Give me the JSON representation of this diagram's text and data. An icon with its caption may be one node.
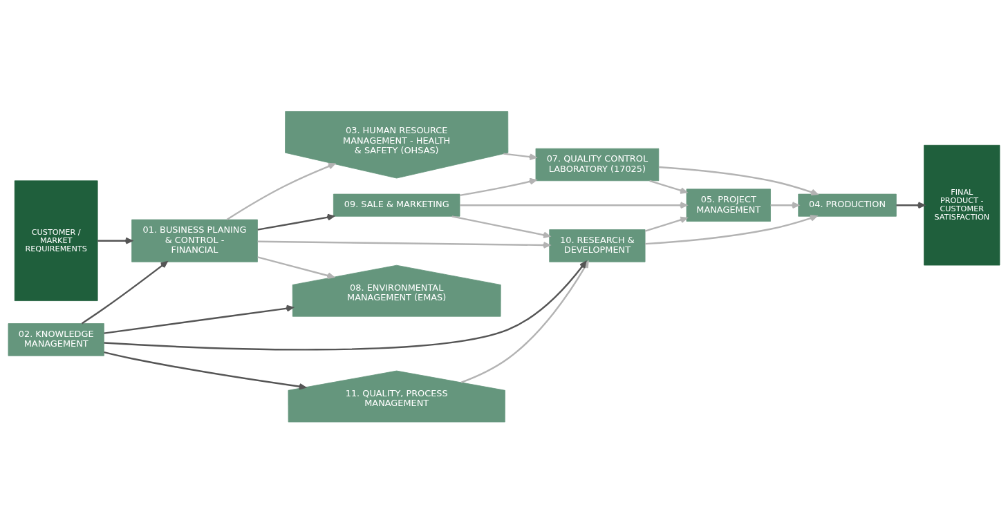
{
  "diagram": {
    "nodes": [
      {
        "text": [
          "CUSTOMER / MARKET REQUIREMENTS"
        ]
      },
      {
        "text": [
          "01. BUSINESS PLANING & CONTROL - FINANCIAL"
        ]
      },
      {
        "text": [
          "03. HUMAN RESOURCE MANAGEMENT - HEALTH & SAFETY (OHSAS)"
        ]
      },
      {
        "text": [
          "07. QUALITY CONTROL LABORATORY (17025)"
        ]
      },
      {
        "text": [
          "09. SALE & MARKETING"
        ]
      },
      {
        "text": [
          "05. PROJECT MANAGEMENT"
        ]
      },
      {
        "text": [
          "04. PRODUCTION"
        ]
      },
      {
        "text": [
          "10. RESEARCH & DEVELOPMENT"
        ]
      },
      {
        "text": [
          "08. ENVIRONMENTAL MANAGEMENT (EMAS)"
        ]
      },
      {
        "text": [
          "11. QUALITY, PROCESS MANAGEMENT"
        ]
      },
      {
        "text": [
          "FINAL PRODUCT - CUSTOMER SATISFACTION"
        ]
      },
      {
        "text": [
          "02. KNOWLEDGE MANAGEMENT"
        ]
      }
    ],
    "edges": [
      {
        "from": 0,
        "to": 1,
        "arrow": "to",
        "color": "#555555"
      },
      {
        "from": 1,
        "to": 4,
        "arrow": "to",
        "color": "#555555"
      },
      {
        "from": 1,
        "to": 2,
        "arrow": "to"
      },
      {
        "from": 2,
        "to": 3,
        "arrow": "to"
      },
      {
        "from": 4,
        "to": 3,
        "arrow": "to"
      },
      {
        "from": 4,
        "to": 5,
        "arrow": "to"
      },
      {
        "from": 4,
        "to": 7,
        "arrow": "to"
      },
      {
        "from": 3,
        "to": 5,
        "arrow": "to"
      },
      {
        "from": 3,
        "to": 6,
        "arrow": "to"
      },
      {
        "from": 5,
        "to": 6,
        "arrow": "to"
      },
      {
        "from": 7,
        "to": 5,
        "arrow": "to"
      },
      {
        "from": 7,
        "to": 6,
        "arrow": "to"
      },
      {
        "from": 1,
        "to": 8,
        "arrow": "to"
      },
      {
        "from": 1,
        "to": 7,
        "arrow": "to"
      },
      {
        "from": 9,
        "to": 7,
        "arrow": "to"
      },
      {
        "from": 6,
        "to": 10,
        "arrow": "to",
        "color": "#555555"
      },
      {
        "from": 11,
        "to": 1,
        "arrow": "to",
        "color": "#555555"
      },
      {
        "from": 11,
        "to": 8,
        "arrow": "to",
        "color": "#555555"
      },
      {
        "from": 11,
        "to": 9,
        "arrow": "to",
        "color": "#555555"
      },
      {
        "from": 11,
        "to": 7,
        "arrow": "to",
        "color": "#555555"
      }
    ]
  }
}
